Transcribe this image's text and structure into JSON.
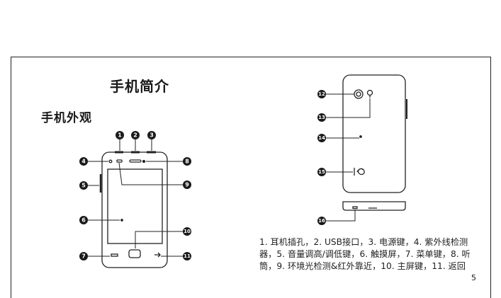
{
  "page": {
    "title": "手机简介",
    "subtitle": "手机外观",
    "page_number": "5"
  },
  "legend": {
    "text": "1. 耳机插孔，2. USB接口，3. 电源键，4. 紫外线检测器，5. 音量调高/调低键，6. 触摸屏，7. 菜单键，8. 听筒，9. 环境光检测&红外靠近，10. 主屏键，11. 返回"
  },
  "callouts": {
    "front": [
      "1",
      "2",
      "3",
      "4",
      "5",
      "6",
      "7",
      "8",
      "9",
      "10",
      "11"
    ],
    "back": [
      "12",
      "13",
      "14",
      "15",
      "16"
    ]
  },
  "colors": {
    "line": "#222222",
    "callout_fill": "#1a1a1a",
    "frame": "#222222"
  }
}
